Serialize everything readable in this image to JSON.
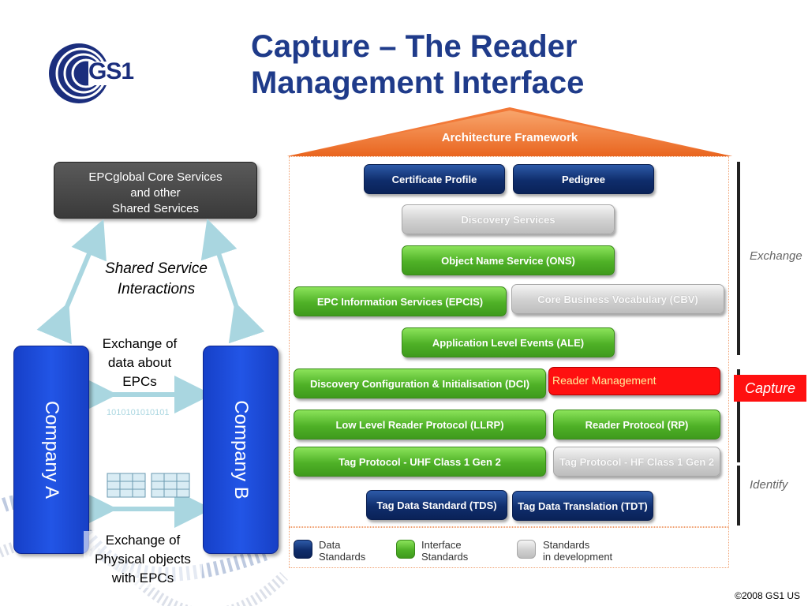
{
  "title": "Capture – The Reader Management Interface",
  "logo": {
    "text": "GS1",
    "colors": {
      "navy": "#1b2e7d"
    }
  },
  "core_services": {
    "line1": "EPCglobal Core Services",
    "line2": "and other",
    "line3": "Shared Services"
  },
  "shared_interactions": {
    "line1": "Shared Service",
    "line2": "Interactions"
  },
  "company_a": "Company A",
  "company_b": "Company B",
  "exchange_data": {
    "line1": "Exchange of",
    "line2": "data about",
    "line3": "EPCs"
  },
  "binary": "1010101010101",
  "exchange_physical": {
    "line1": "Exchange of",
    "line2": "Physical objects",
    "line3": "with EPCs"
  },
  "framework": {
    "roof_label": "Architecture Framework",
    "standards": {
      "certificate_profile": "Certificate Profile",
      "pedigree": "Pedigree",
      "discovery_services": "Discovery Services",
      "ons": "Object Name Service (ONS)",
      "epcis": "EPC Information Services (EPCIS)",
      "cbv": "Core Business Vocabulary (CBV)",
      "ale": "Application Level Events (ALE)",
      "dci": "Discovery Configuration & Initialisation (DCI)",
      "reader_management": "Reader Management",
      "llrp": "Low Level Reader Protocol (LLRP)",
      "rp": "Reader Protocol (RP)",
      "tag_uhf": "Tag Protocol - UHF Class 1 Gen 2",
      "tag_hf": "Tag Protocol - HF Class 1 Gen 2",
      "tds": "Tag Data Standard (TDS)",
      "tdt": "Tag Data Translation (TDT)"
    },
    "side_labels": {
      "exchange": "Exchange",
      "capture": "Capture",
      "identify": "Identify"
    },
    "legend": {
      "data_line1": "Data",
      "data_line2": "Standards",
      "interface_line1": "Interface",
      "interface_line2": "Standards",
      "dev_line1": "Standards",
      "dev_line2": "in development"
    }
  },
  "footer": "©2008 GS1 US"
}
